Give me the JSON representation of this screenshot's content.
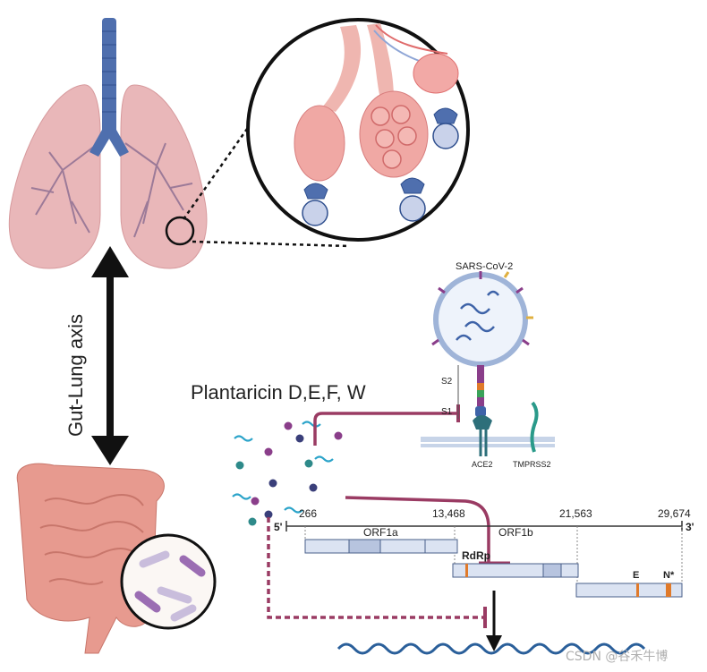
{
  "axis_label": "Gut-Lung axis",
  "compound_label": "Plantaricin D,E,F, W",
  "virus": {
    "name": "SARS-CoV-2",
    "s2": "S2",
    "s1": "S1",
    "ace2": "ACE2",
    "tmprss2": "TMPRSS2"
  },
  "genome": {
    "five_prime": "5'",
    "three_prime": "3'",
    "positions": [
      "266",
      "13,468",
      "21,563",
      "29,674"
    ],
    "orf1a": "ORF1a",
    "orf1b": "ORF1b",
    "rdrp": "RdRp",
    "e": "E",
    "n": "N*"
  },
  "watermark": "CSDN @谷禾牛博",
  "colors": {
    "lung": "#e9b7b9",
    "airway": "#4f6fae",
    "inhibitor": "#9a3b63",
    "virus_core": "#3e63a8",
    "genome_bar": "#dbe3f2"
  }
}
